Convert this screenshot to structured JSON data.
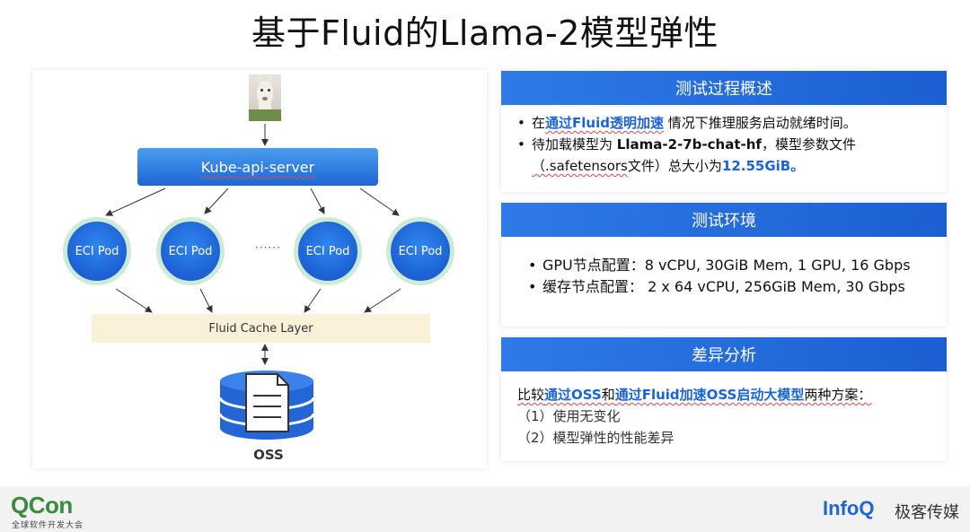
{
  "title": "基于Fluid的Llama-2模型弹性",
  "diagram": {
    "api_server": "Kube-api-server",
    "pods": [
      "ECI Pod",
      "ECI Pod",
      "ECI Pod",
      "ECI Pod"
    ],
    "ellipsis": "······",
    "cache_layer": "Fluid Cache Layer",
    "storage": "OSS"
  },
  "panels": {
    "test_overview": {
      "header": "测试过程概述",
      "b1_pre": "在",
      "b1_hl": "通过Fluid透明加速",
      "b1_post": " 情况下推理服务启动就绪时间。",
      "b2_pre": "待加载模型为 ",
      "b2_model": "Llama-2-7b-chat-hf",
      "b2_mid": "，模型参数文件",
      "b2_line2_ext": "（.safetensors",
      "b2_line2_mid": "文件）总大小为",
      "b2_size": "12.55GiB",
      "b2_end": "。"
    },
    "test_env": {
      "header": "测试环境",
      "items": [
        "GPU节点配置：8 vCPU, 30GiB Mem, 1 GPU, 16 Gbps",
        "缓存节点配置：  2 x 64 vCPU, 256GiB Mem, 30 Gbps"
      ]
    },
    "diff": {
      "header": "差异分析",
      "pre": "比较",
      "opt1": "通过OSS",
      "and": "和",
      "opt2": "通过Fluid加速OSS启动大模型",
      "post": "两种方案：",
      "point1": "（1）使用无变化",
      "point2": "（2）模型弹性的性能差异"
    }
  },
  "footer": {
    "qcon_logo": "QCon",
    "qcon_sub": "全球软件开发大会",
    "infoq_logo": "InfoQ",
    "geek": "极客传媒"
  },
  "colors": {
    "accent_blue": "#1e66d6",
    "pod_border": "#ccebd6",
    "cache_bg": "#fbf1d9",
    "qcon_green": "#3a8b3e"
  }
}
